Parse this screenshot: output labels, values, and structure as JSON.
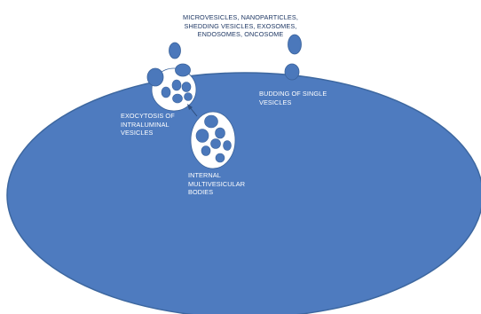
{
  "labels": {
    "released_vesicles": "MICROVESICLES, NANOPARTICLES,\nSHEDDING VESICLES, EXOSOMES,\nENDOSOMES, ONCOSOME",
    "budding": "BUDDING OF SINGLE\nVESICLES",
    "exocytosis": "EXOCYTOSIS OF\nINTRALUMINAL\nVESICLES",
    "mvb": "INTERNAL\nMULTIVESICULAR\nBODIES"
  },
  "colors": {
    "cell_fill": "#4e7bbf",
    "cell_stroke": "#3d679f",
    "vesicle_fill": "#4b78bb",
    "vesicle_stroke": "#3a629a",
    "mvb_fill": "#ffffff",
    "arrow": "#2f4f7f",
    "dark_text": "#1f3864",
    "light_text": "#ffffff"
  }
}
